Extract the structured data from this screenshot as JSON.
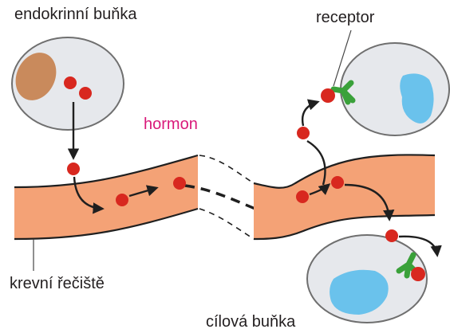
{
  "labels": {
    "endocrine_cell": "endokrinní buňka",
    "receptor": "receptor",
    "hormone": "hormon",
    "bloodstream": "krevní řečiště",
    "target_cell": "cílová buňka"
  },
  "colors": {
    "cell_fill": "#e6e8ec",
    "cell_stroke": "#6f6f6f",
    "endocrine_nucleus": "#c98a5c",
    "target_nucleus": "#6ac2ec",
    "vessel_fill": "#f4a276",
    "vessel_stroke": "#1f1f1f",
    "hormone_dot": "#d8281f",
    "receptor": "#3aa13a",
    "hormone_text": "#d9197a",
    "text": "#231f20"
  }
}
